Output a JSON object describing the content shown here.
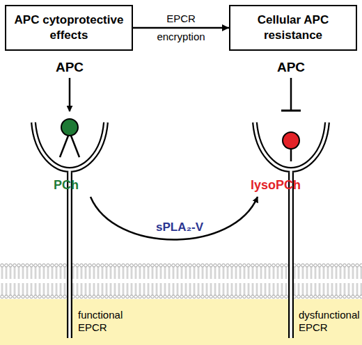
{
  "diagram": {
    "nodes": [
      {
        "text": [
          "APC cytoprotective effects"
        ]
      },
      {
        "text": [
          "Cellular APC resistance"
        ]
      }
    ],
    "edges": [
      {
        "from": 0,
        "to": 1,
        "arrow": "to",
        "label": "EPCR encryption"
      }
    ],
    "labels": [
      "APC",
      "APC",
      "PCh",
      "lysoPCh",
      "sPLA₂-V",
      "functional EPCR",
      "dysfunctional EPCR"
    ]
  }
}
